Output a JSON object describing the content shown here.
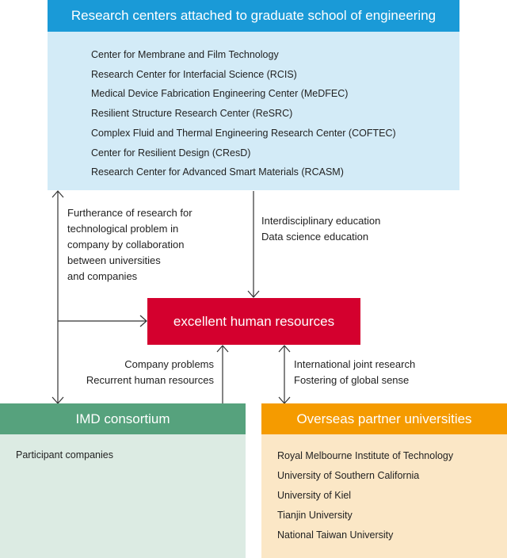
{
  "research_centers": {
    "title": "Research centers attached to graduate school of engineering",
    "items": [
      "Center for Membrane and Film Technology",
      "Research Center for Interfacial Science (RCIS)",
      "Medical Device Fabrication Engineering Center (MeDFEC)",
      "Resilient Structure Research Center (ReSRC)",
      "Complex Fluid and Thermal Engineering Research Center (COFTEC)",
      "Center for Resilient Design (CResD)",
      "Research Center for Advanced Smart Materials (RCASM)"
    ]
  },
  "center": {
    "label": "excellent human resources"
  },
  "imd": {
    "title": "IMD consortium",
    "body": "Participant companies"
  },
  "overseas": {
    "title": "Overseas partner universities",
    "items": [
      "Royal Melbourne Institute of Technology",
      "University of Southern California",
      "University of Kiel",
      "Tianjin University",
      "National Taiwan University"
    ]
  },
  "labels": {
    "left": [
      "Furtherance of research for",
      "technological problem in",
      "company by collaboration",
      "between universities",
      "and  companies"
    ],
    "middle": [
      "Interdisciplinary education",
      "Data science education"
    ],
    "company": [
      "Company problems",
      "Recurrent human resources"
    ],
    "international": [
      "International joint research",
      "Fostering of global sense"
    ]
  },
  "colors": {
    "research_header": "#1a9ad7",
    "research_body": "#d3ebf7",
    "center": "#d4002e",
    "imd_header": "#56a27d",
    "imd_body": "#dcebe3",
    "overseas_header": "#f59b00",
    "overseas_body": "#fbe7c6"
  }
}
